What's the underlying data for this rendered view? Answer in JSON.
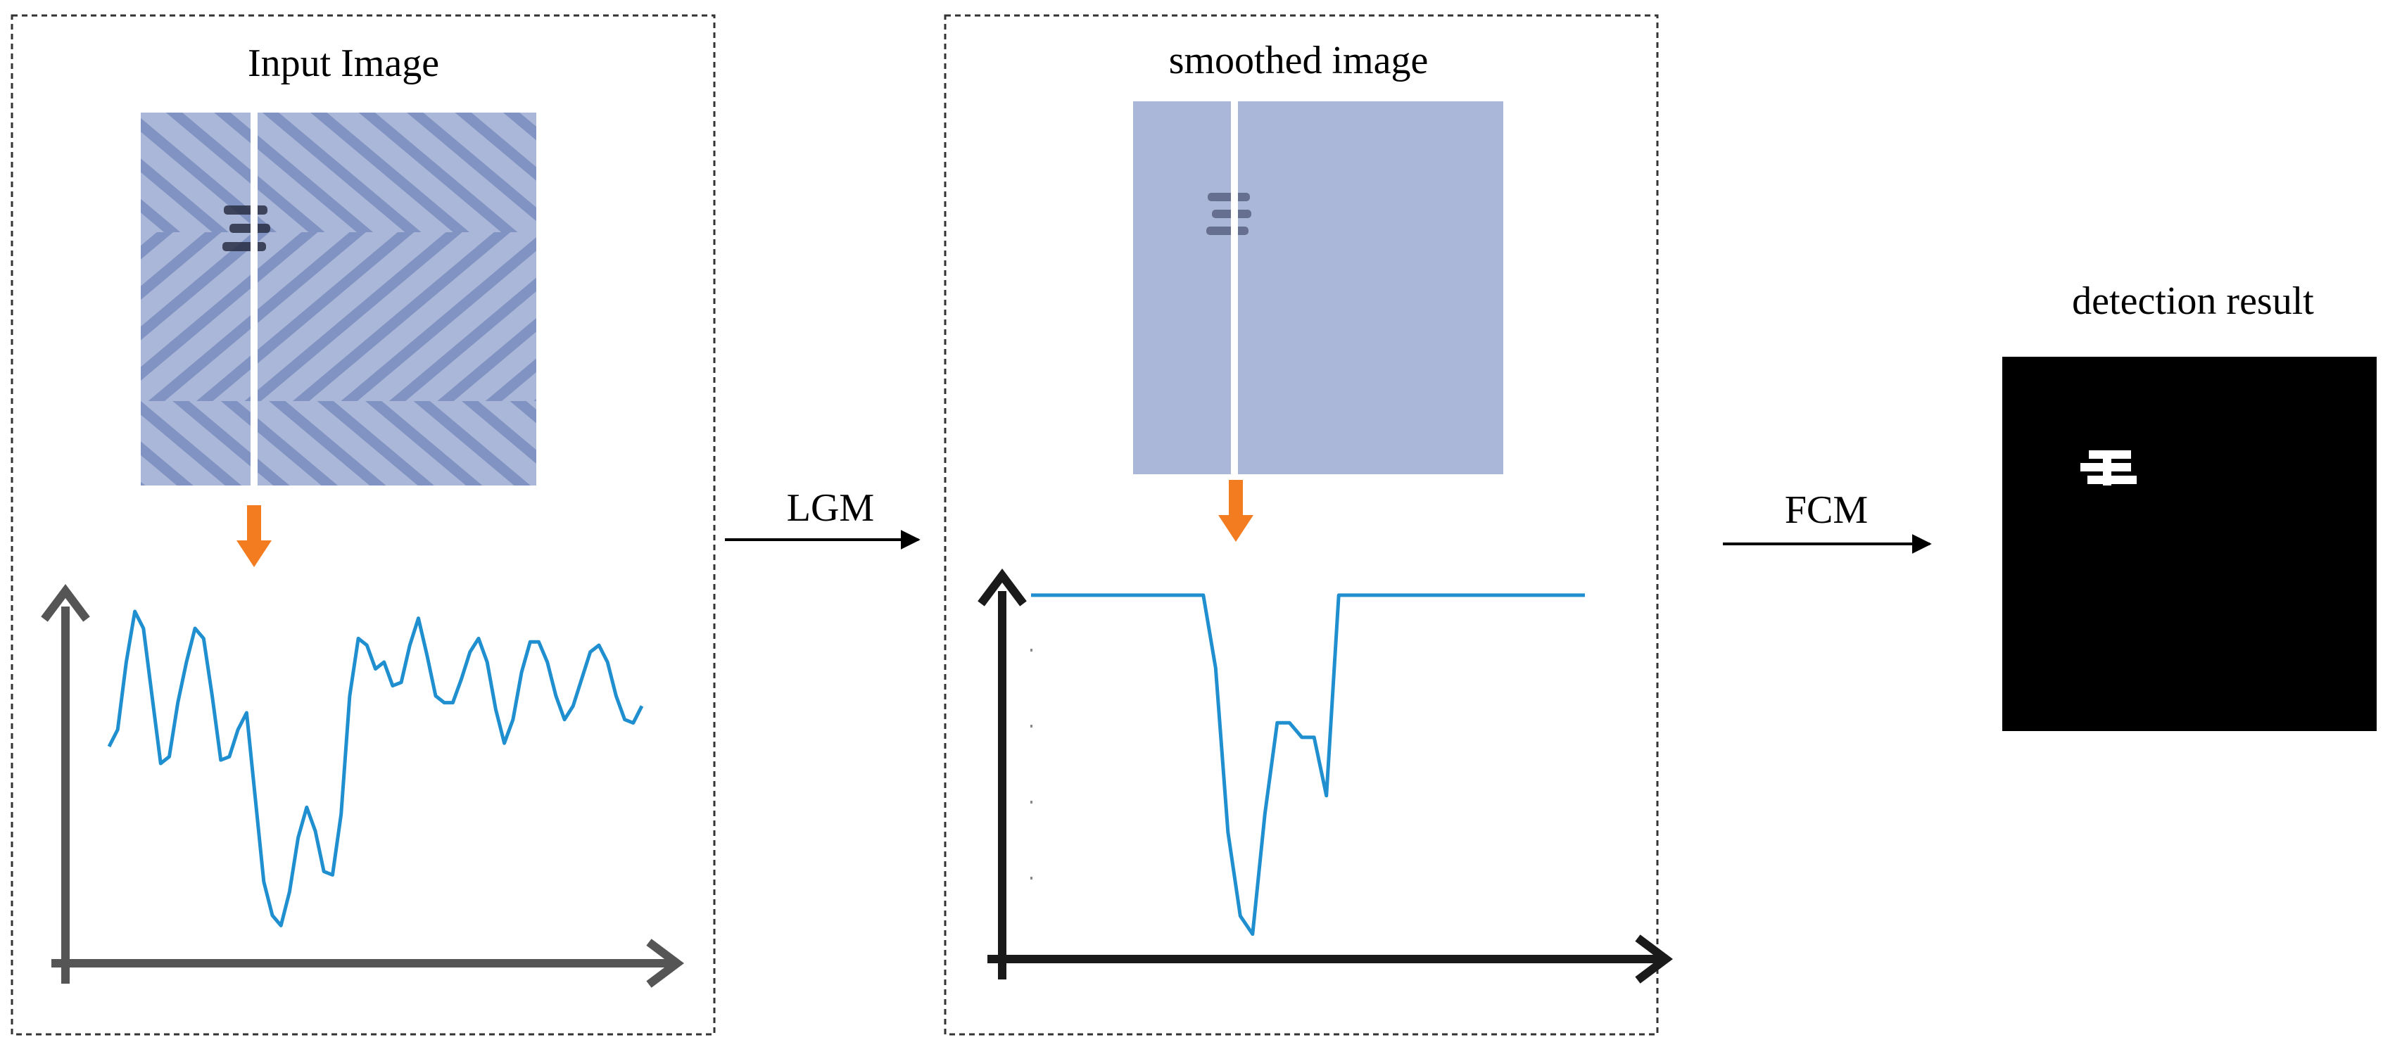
{
  "panels": {
    "input": {
      "title": "Input Image"
    },
    "smoothed": {
      "title": "smoothed image"
    },
    "result": {
      "title": "detection result"
    }
  },
  "steps": {
    "lgm": "LGM",
    "fcm": "FCM"
  },
  "colors": {
    "signal": "#1f8fcf",
    "orange_arrow": "#f47c20",
    "axis": "#555555",
    "axis_dark": "#1a1a1a",
    "fabric": "#aab7d8",
    "fabric_stripe": "#8193c2"
  },
  "signals": {
    "input_profile": [
      0.55,
      0.6,
      0.8,
      0.95,
      0.9,
      0.7,
      0.5,
      0.52,
      0.68,
      0.8,
      0.9,
      0.87,
      0.7,
      0.51,
      0.52,
      0.6,
      0.65,
      0.4,
      0.15,
      0.05,
      0.02,
      0.12,
      0.28,
      0.37,
      0.3,
      0.18,
      0.17,
      0.35,
      0.7,
      0.87,
      0.85,
      0.78,
      0.8,
      0.73,
      0.74,
      0.85,
      0.93,
      0.82,
      0.7,
      0.68,
      0.68,
      0.75,
      0.83,
      0.87,
      0.8,
      0.66,
      0.56,
      0.63,
      0.77,
      0.86,
      0.86,
      0.8,
      0.7,
      0.63,
      0.67,
      0.75,
      0.83,
      0.85,
      0.8,
      0.7,
      0.63,
      0.62,
      0.67
    ],
    "smoothed_profile": [
      0.95,
      0.95,
      0.95,
      0.95,
      0.95,
      0.95,
      0.95,
      0.95,
      0.95,
      0.95,
      0.95,
      0.95,
      0.95,
      0.95,
      0.95,
      0.75,
      0.3,
      0.07,
      0.02,
      0.35,
      0.6,
      0.6,
      0.56,
      0.56,
      0.4,
      0.95,
      0.95,
      0.95,
      0.95,
      0.95,
      0.95,
      0.95,
      0.95,
      0.95,
      0.95,
      0.95,
      0.95,
      0.95,
      0.95,
      0.95,
      0.95,
      0.95,
      0.95,
      0.95,
      0.95,
      0.95
    ]
  }
}
